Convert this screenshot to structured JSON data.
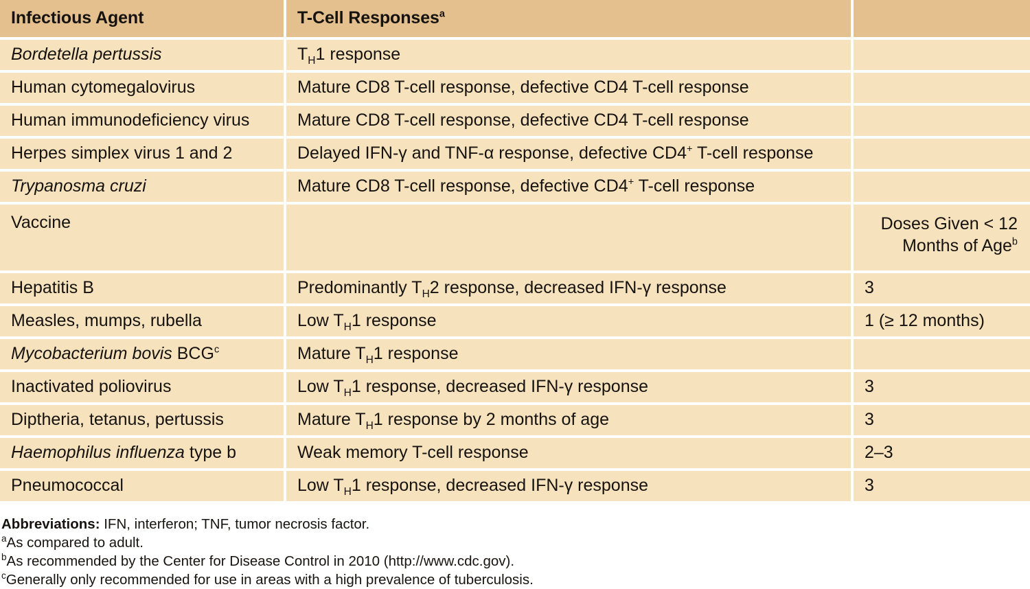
{
  "table": {
    "columns": [
      {
        "key": "agent",
        "label": "Infectious Agent",
        "footnote": ""
      },
      {
        "key": "response",
        "label": "T-Cell Responses",
        "footnote": "a"
      },
      {
        "key": "doses",
        "label": "",
        "footnote": ""
      }
    ],
    "section_header": {
      "doses_line1": "Doses Given < 12",
      "doses_line2": "Months of Age",
      "doses_footnote": "b"
    },
    "rows": [
      {
        "agent": "Bordetella pertussis",
        "agent_italic": true,
        "response_pre": "T",
        "response_sub": "H",
        "response_post": "1 response",
        "doses": ""
      },
      {
        "agent": "Human cytomegalovirus",
        "agent_italic": false,
        "response_plain": "Mature CD8 T-cell response, defective CD4 T-cell response",
        "doses": ""
      },
      {
        "agent": "Human immunodeficiency virus",
        "agent_italic": false,
        "response_plain": "Mature CD8 T-cell response, defective CD4 T-cell response",
        "doses": ""
      },
      {
        "agent": "Herpes simplex virus 1 and 2",
        "agent_italic": false,
        "response_pre": "Delayed IFN-γ and TNF-α response, defective CD4",
        "response_sup": "+",
        "response_post": " T-cell response",
        "doses": ""
      },
      {
        "agent": "Trypanosma cruzi",
        "agent_italic": true,
        "response_pre": "Mature CD8 T-cell response, defective CD4",
        "response_sup": "+",
        "response_post": " T-cell response",
        "doses": ""
      },
      {
        "agent": "Vaccine",
        "agent_italic": false,
        "is_section": true,
        "response_plain": "",
        "doses": ""
      },
      {
        "agent": "Hepatitis B",
        "agent_italic": false,
        "response_pre": "Predominantly T",
        "response_sub": "H",
        "response_post": "2 response, decreased IFN-γ response",
        "doses": "3"
      },
      {
        "agent": "Measles, mumps, rubella",
        "agent_italic": false,
        "response_pre": "Low T",
        "response_sub": "H",
        "response_post": "1 response",
        "doses": "1 (≥ 12 months)"
      },
      {
        "agent": "Mycobacterium bovis",
        "agent_italic": true,
        "agent_roman_suffix": " BCG",
        "agent_footnote": "c",
        "response_pre": "Mature T",
        "response_sub": "H",
        "response_post": "1 response",
        "doses": ""
      },
      {
        "agent": "Inactivated poliovirus",
        "agent_italic": false,
        "response_pre": "Low T",
        "response_sub": "H",
        "response_post": "1 response, decreased IFN-γ response",
        "doses": "3"
      },
      {
        "agent": "Diptheria, tetanus, pertussis",
        "agent_italic": false,
        "response_pre": "Mature T",
        "response_sub": "H",
        "response_post": "1 response by 2 months of age",
        "doses": "3"
      },
      {
        "agent": "Haemophilus influenza",
        "agent_italic": true,
        "agent_roman_suffix": " type b",
        "response_plain": "Weak memory T-cell response",
        "doses": "2–3"
      },
      {
        "agent": "Pneumococcal",
        "agent_italic": false,
        "response_pre": "Low T",
        "response_sub": "H",
        "response_post": "1 response, decreased IFN-γ response",
        "doses": "3"
      }
    ]
  },
  "notes": {
    "abbrev_label": "Abbreviations:",
    "abbrev_text": " IFN, interferon; TNF, tumor necrosis factor.",
    "footnote_a_marker": "a",
    "footnote_a_text": "As compared to adult.",
    "footnote_b_marker": "b",
    "footnote_b_text": "As recommended by the Center for Disease Control in 2010 (http://www.cdc.gov).",
    "footnote_c_marker": "c",
    "footnote_c_text": "Generally only recommended for use in areas with a high prevalence of tuberculosis."
  },
  "colors": {
    "header_fill": "#E3C08D",
    "row_fill": "#F6E3BD",
    "divider": "#FFFFFF",
    "text": "#16120F"
  }
}
